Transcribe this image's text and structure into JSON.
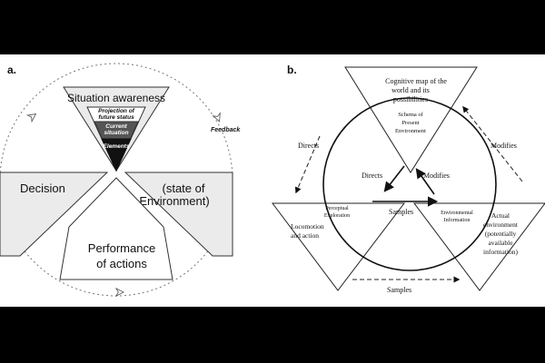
{
  "panel_a": {
    "label": "a.",
    "situation_awareness": "Situation awareness",
    "projection_line1": "Projection of",
    "projection_line2": "future status",
    "current_line1": "Current",
    "current_line2": "situation",
    "elements": "Elements",
    "feedback": "Feedback",
    "decision": "Decision",
    "environment_line1": "(state of",
    "environment_line2": "Environment)",
    "performance_line1": "Performance",
    "performance_line2": "of actions"
  },
  "panel_b": {
    "label": "b.",
    "cognitive_line1": "Cognitive map of the",
    "cognitive_line2": "world and its",
    "cognitive_line3": "possibilities",
    "schema_line1": "Schema of",
    "schema_line2": "Present",
    "schema_line3": "Environment",
    "directs_outer": "Directs",
    "modifies_outer": "Modifies",
    "directs_inner": "Directs",
    "modifies_inner": "Modifies",
    "perceptual_line1": "Perceptual",
    "perceptual_line2": "Exploration",
    "samples_inner": "Samples",
    "environmental_line1": "Environmental",
    "environmental_line2": "Information",
    "locomotion_line1": "Locomotion",
    "locomotion_line2": "and action",
    "actual_line1": "Actual",
    "actual_line2": "environment",
    "actual_line3": "(potentially",
    "actual_line4": "available",
    "actual_line5": "information)",
    "samples_outer": "Samples"
  },
  "colors": {
    "background": "#000000",
    "panel": "#ffffff",
    "wedge_fill": "#ebebeb",
    "dark_band": "#555555",
    "core": "#111111"
  }
}
